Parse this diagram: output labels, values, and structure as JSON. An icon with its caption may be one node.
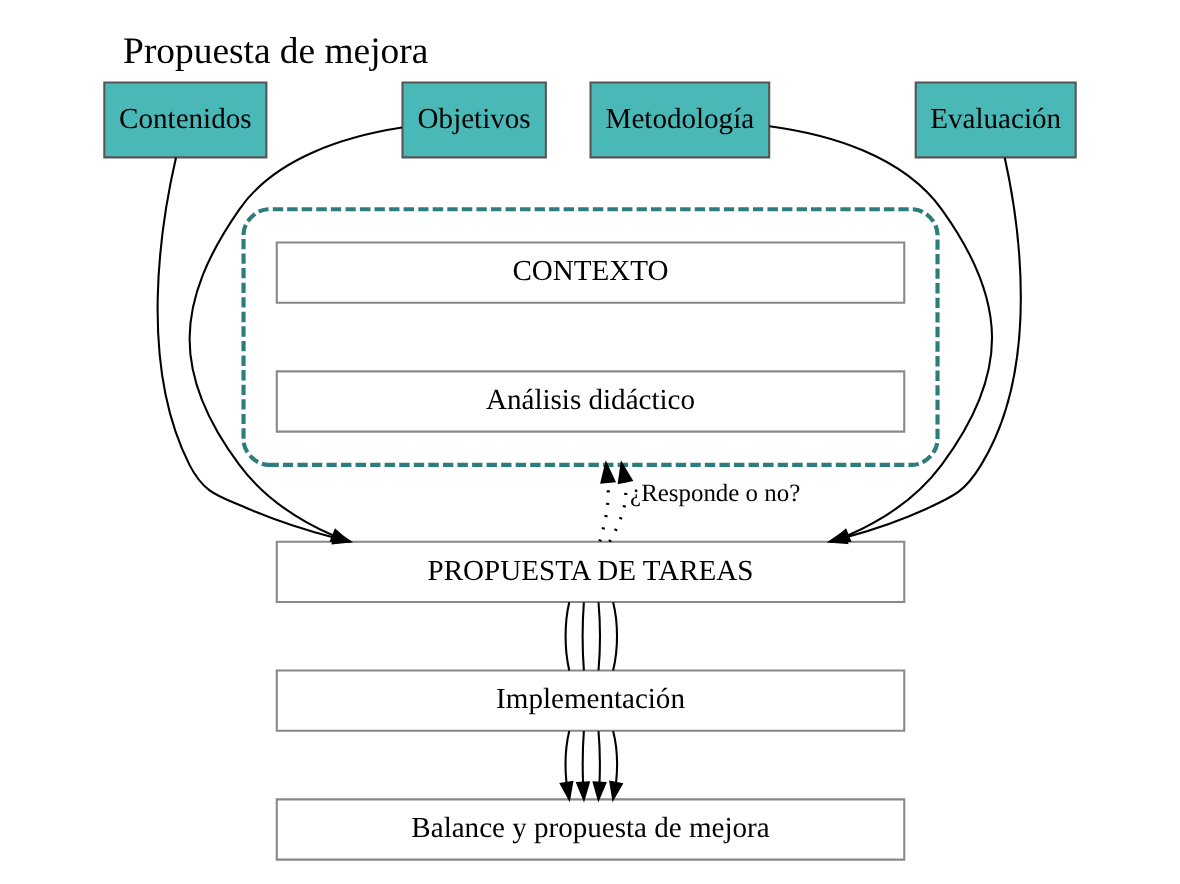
{
  "diagram": {
    "title": "Propuesta de mejora",
    "nodes": [
      {
        "text": [
          "Contenidos"
        ]
      },
      {
        "text": [
          "Objetivos"
        ]
      },
      {
        "text": [
          "Metodología"
        ]
      },
      {
        "text": [
          "Evaluación"
        ]
      },
      {
        "text": [],
        "shape": "ellipse"
      },
      {
        "text": [
          "CONTEXTO"
        ],
        "in": 4
      },
      {
        "text": [
          "Análisis didáctico"
        ],
        "in": 4
      },
      {
        "text": [
          "PROPUESTA DE TAREAS"
        ]
      },
      {
        "text": [
          "Implementación"
        ]
      },
      {
        "text": [
          "Balance y propuesta de mejora"
        ]
      }
    ],
    "edges": [
      {
        "from": 0,
        "to": 7,
        "arrow": "to"
      },
      {
        "from": 1,
        "to": 7,
        "arrow": "to"
      },
      {
        "from": 2,
        "to": 7,
        "arrow": "to"
      },
      {
        "from": 3,
        "to": 7,
        "arrow": "to"
      },
      {
        "from": 7,
        "to": 8,
        "arrow": "none"
      },
      {
        "from": 7,
        "to": 8,
        "arrow": "none"
      },
      {
        "from": 7,
        "to": 8,
        "arrow": "none"
      },
      {
        "from": 7,
        "to": 8,
        "arrow": "none"
      },
      {
        "from": 8,
        "to": 9,
        "arrow": "to"
      },
      {
        "from": 8,
        "to": 9,
        "arrow": "to"
      },
      {
        "from": 8,
        "to": 9,
        "arrow": "to"
      },
      {
        "from": 8,
        "to": 9,
        "arrow": "to"
      },
      {
        "from": 7,
        "to": 4,
        "arrow": "to",
        "style": "dashed"
      },
      {
        "from": 7,
        "to": 4,
        "arrow": "to",
        "style": "dashed",
        "label": "¿Responde o no?"
      }
    ]
  }
}
